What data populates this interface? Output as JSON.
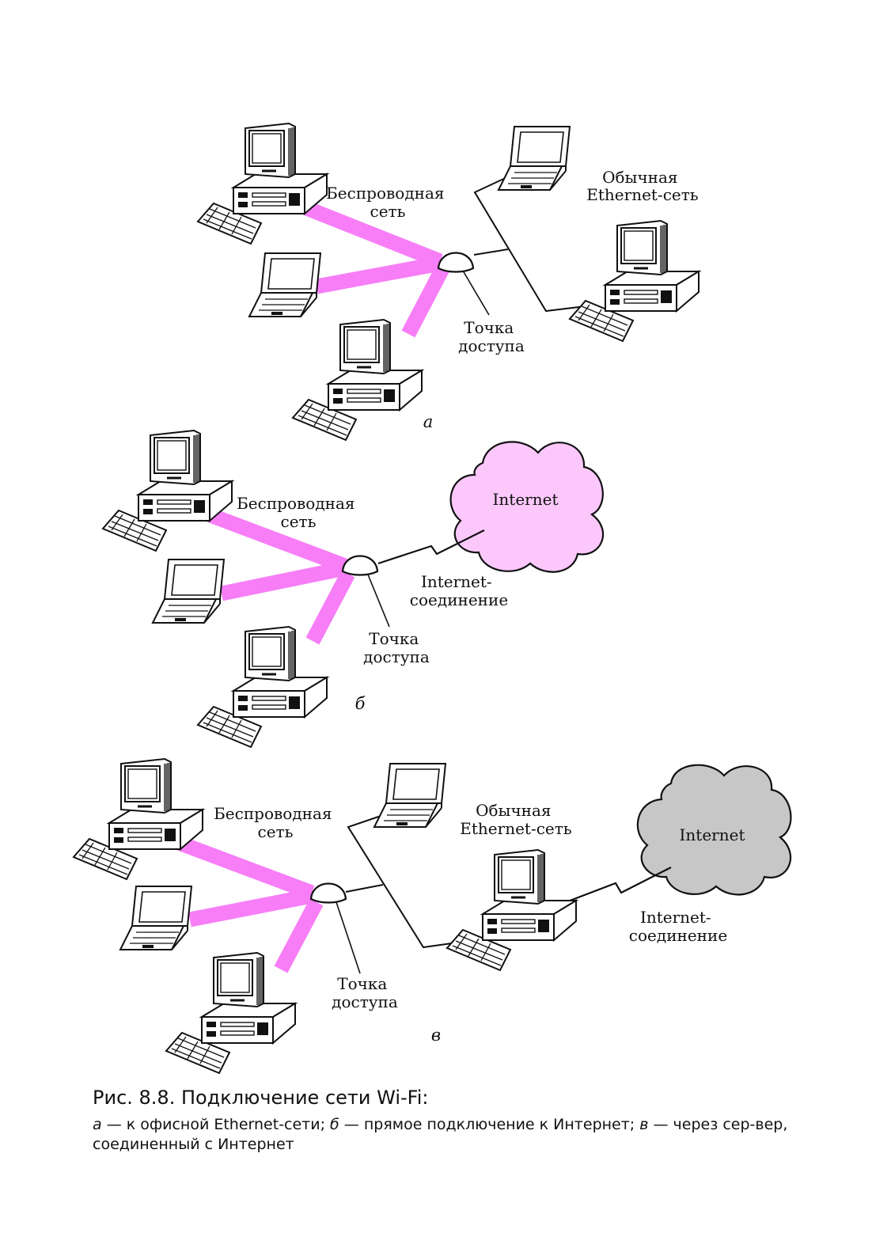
{
  "panels": {
    "a": {
      "letter": "а",
      "wireless": [
        "Беспроводная",
        "сеть"
      ],
      "access_point": [
        "Точка",
        "доступа"
      ],
      "ethernet": [
        "Обычная",
        "Ethernet-сеть"
      ]
    },
    "b": {
      "letter": "б",
      "wireless": [
        "Беспроводная",
        "сеть"
      ],
      "access_point": [
        "Точка",
        "доступа"
      ],
      "internet": "Internet",
      "connection": [
        "Internet-",
        "соединение"
      ]
    },
    "v": {
      "letter": "в",
      "wireless": [
        "Беспроводная",
        "сеть"
      ],
      "access_point": [
        "Точка",
        "доступа"
      ],
      "ethernet": [
        "Обычная",
        "Ethernet-сеть"
      ],
      "internet": "Internet",
      "connection": [
        "Internet-",
        "соединение"
      ]
    }
  },
  "caption": {
    "title": "Рис. 8.8. Подключение сети Wi-Fi:",
    "a_letter": "а",
    "a_text": " — к офисной Ethernet-сети; ",
    "b_letter": "б",
    "b_text": " — прямое подключение к Интернет; ",
    "v_letter": "в",
    "v_text": " — через сер-вер, соединенный с Интернет"
  },
  "colors": {
    "wireless_link": "#f77ef7",
    "internet_cloud_b": "#fcc8fc",
    "internet_cloud_v": "#c7c7c7",
    "line": "#111111"
  }
}
